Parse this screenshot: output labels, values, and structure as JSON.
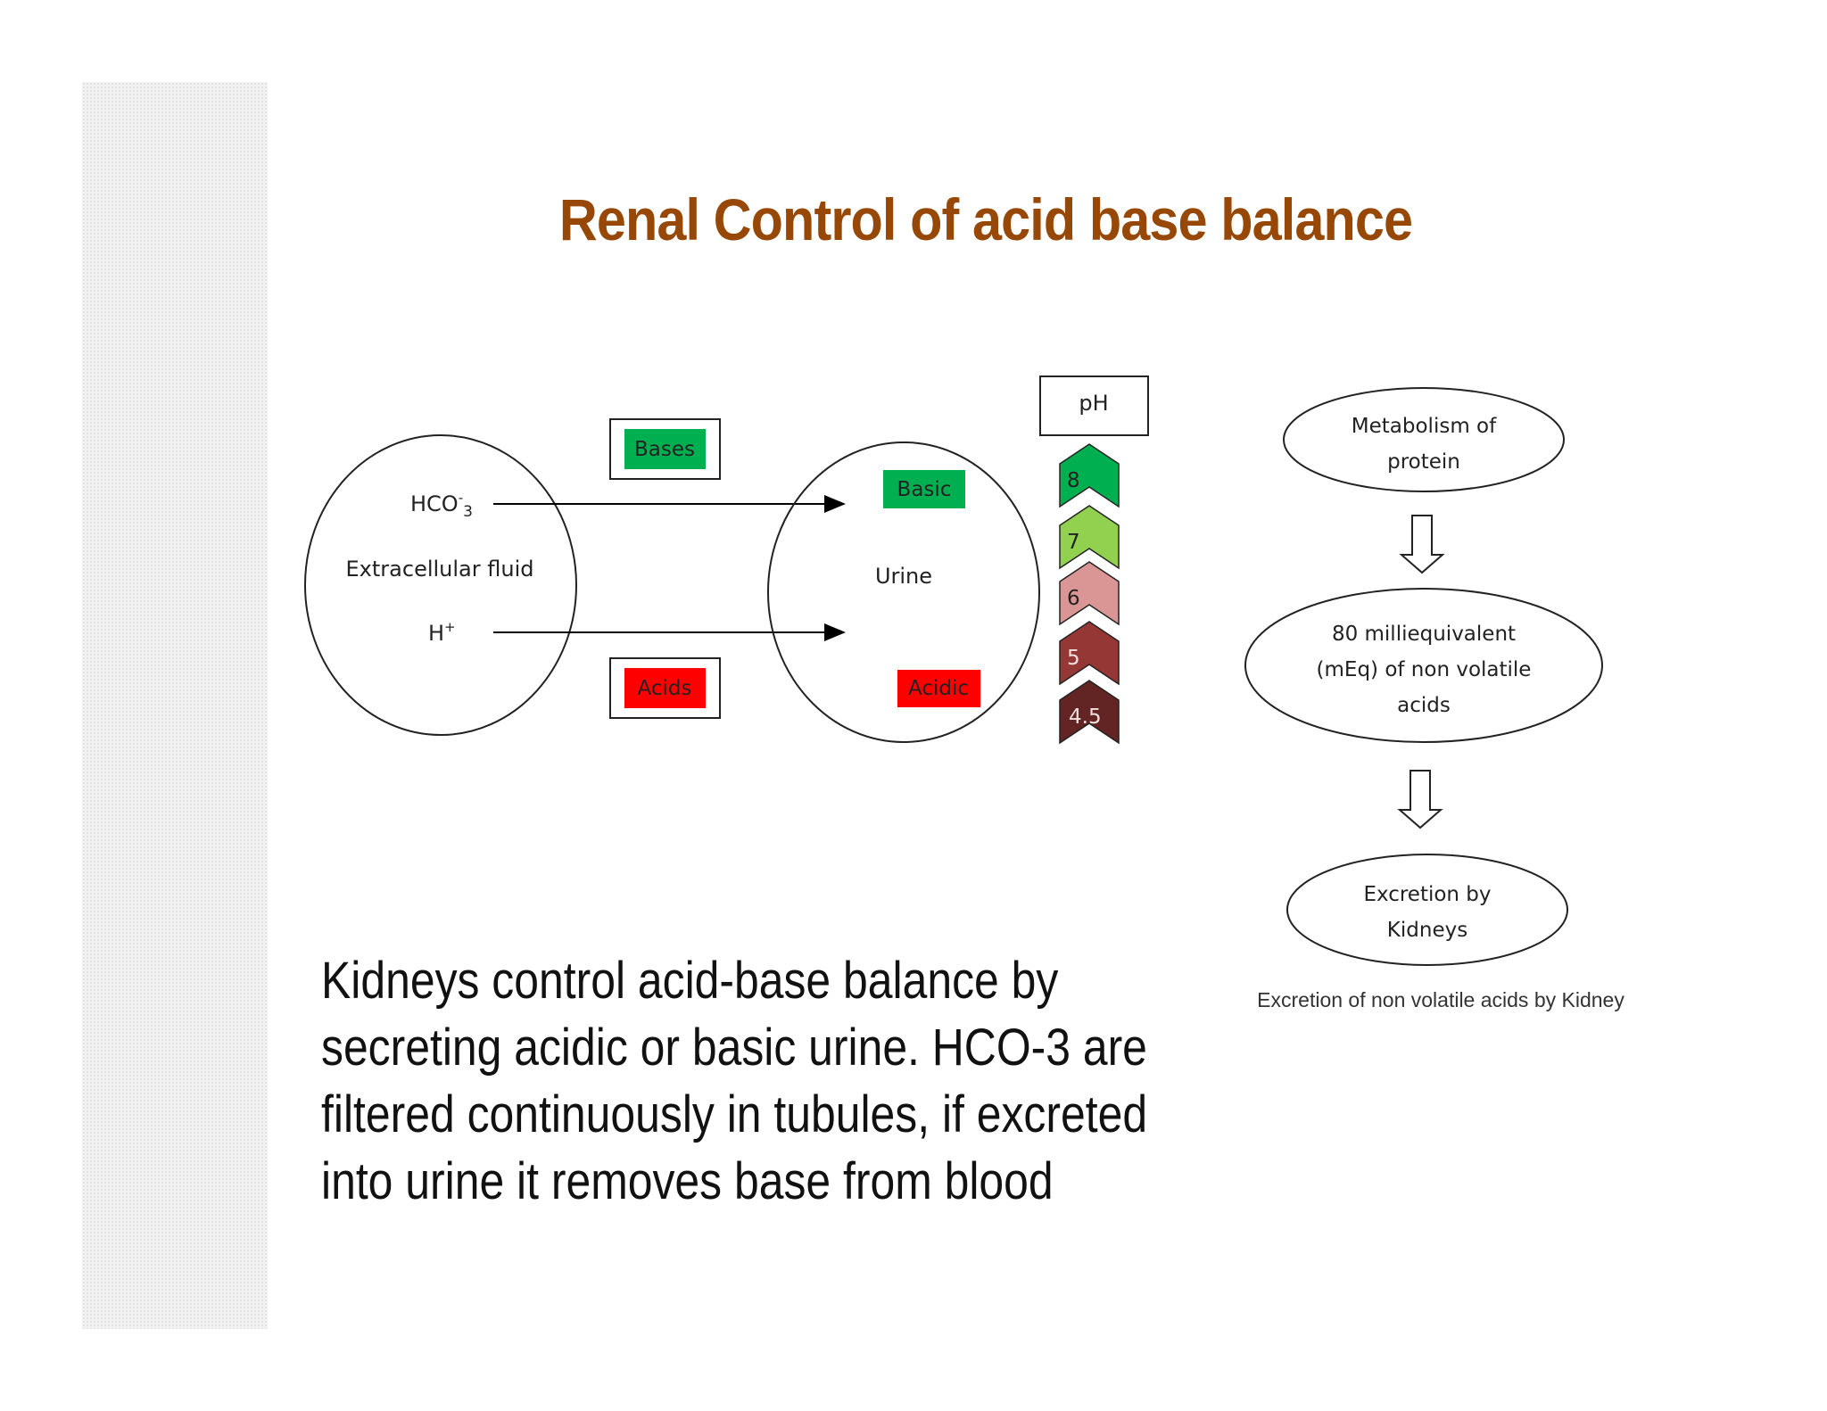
{
  "slide": {
    "title": "Renal Control of acid base balance",
    "body_lines": [
      "Kidneys control acid-base balance by",
      "secreting acidic or basic urine. HCO-3 are",
      "filtered continuously in tubules, if  excreted",
      "into urine it removes base from blood"
    ]
  },
  "left_diagram": {
    "ecf_label": "Extracellular fluid",
    "hco3_label": "HCO",
    "hco3_sup": "-",
    "hco3_sub": "3",
    "h_label": "H",
    "h_sup": "+",
    "bases_label": "Bases",
    "acids_label": "Acids",
    "urine_label": "Urine",
    "basic_label": "Basic",
    "acidic_label": "Acidic",
    "colors": {
      "green": "#00b050",
      "red": "#ff0000"
    }
  },
  "ph_scale": {
    "header": "pH",
    "levels": [
      {
        "label": "8",
        "color": "#00b050"
      },
      {
        "label": "7",
        "color": "#92d050"
      },
      {
        "label": "6",
        "color": "#d99694"
      },
      {
        "label": "5",
        "color": "#953735"
      },
      {
        "label": "4.5",
        "color": "#632523"
      }
    ]
  },
  "flowchart": {
    "step1_lines": [
      "Metabolism of",
      "protein"
    ],
    "step2_lines": [
      "80 milliequivalent",
      "(mEq) of non volatile",
      "acids"
    ],
    "step3_lines": [
      "Excretion by",
      "Kidneys"
    ],
    "caption": "Excretion of non volatile acids by Kidney"
  }
}
